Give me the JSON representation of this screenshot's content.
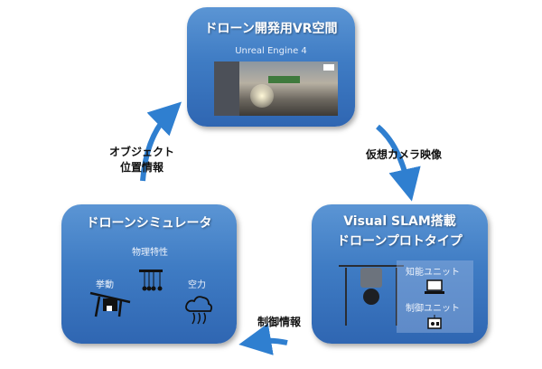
{
  "vr_space": {
    "title": "ドローン開発用VR空間",
    "subtitle": "Unreal Engine 4"
  },
  "simulator": {
    "title": "ドローンシミュレータ",
    "physics": "物理特性",
    "behavior": "挙動",
    "aero": "空力"
  },
  "prototype": {
    "title_line1": "Visual SLAM搭載",
    "title_line2": "ドローンプロトタイプ",
    "intelligence_unit": "知能ユニット",
    "control_unit": "制御ユニット"
  },
  "arrows": {
    "object_info_line1": "オブジェクト",
    "object_info_line2": "位置情報",
    "camera": "仮想カメラ映像",
    "control": "制御情報"
  },
  "colors": {
    "box": "#3f7cc4",
    "arrow": "#2f7fd0"
  }
}
